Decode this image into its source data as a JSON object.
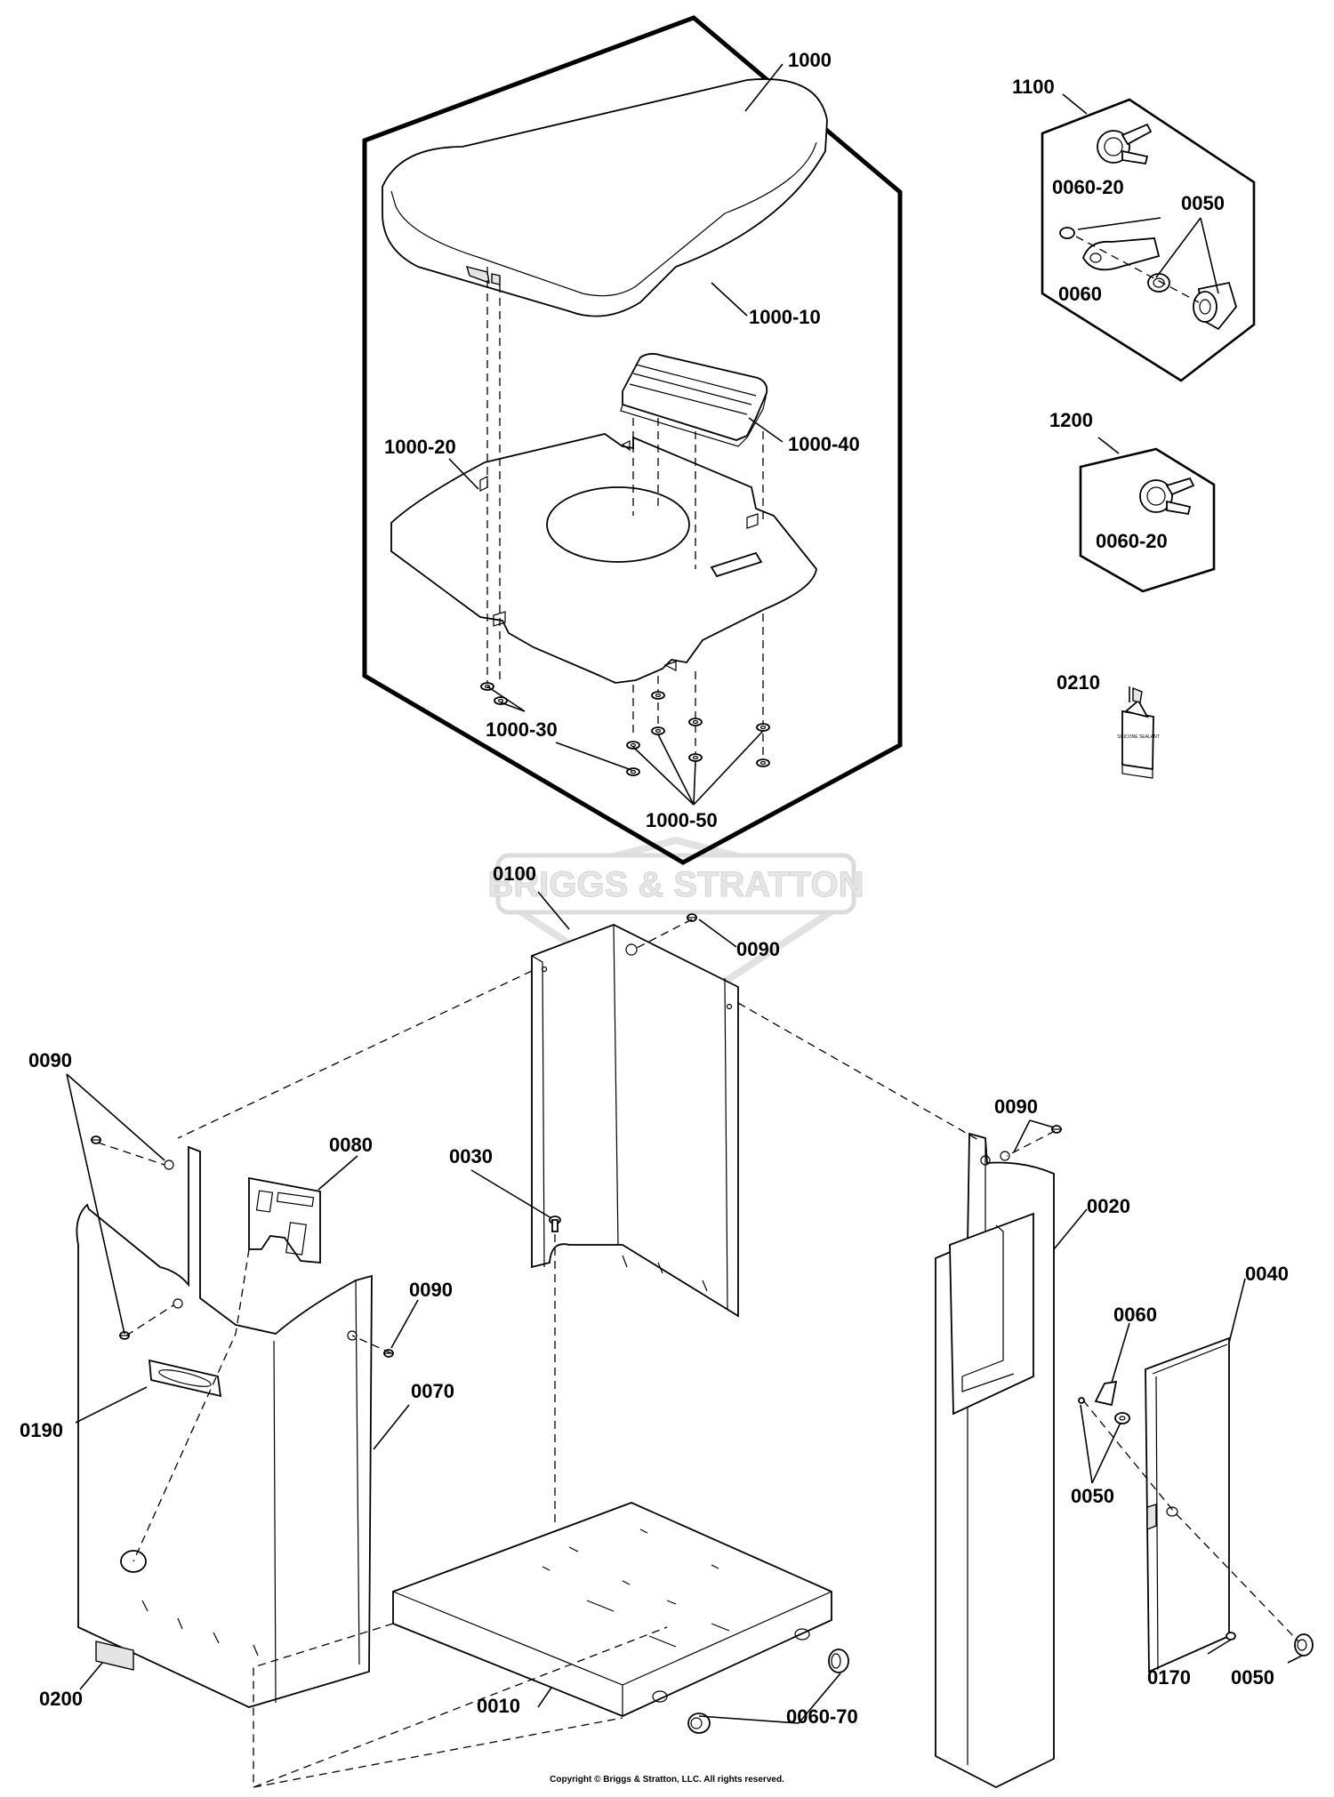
{
  "watermark": {
    "brand_text": "BRIGGS & STRATTON"
  },
  "callouts": {
    "c1000": "1000",
    "c1000_10": "1000-10",
    "c1000_20": "1000-20",
    "c1000_30": "1000-30",
    "c1000_40": "1000-40",
    "c1000_50": "1000-50",
    "c1100": "1100",
    "c1100_0060_20": "0060-20",
    "c1100_0050": "0050",
    "c1100_0060": "0060",
    "c1200": "1200",
    "c1200_0060_20": "0060-20",
    "c0210": "0210",
    "c0100": "0100",
    "c0090_top": "0090",
    "c0090_left": "0090",
    "c0080": "0080",
    "c0030": "0030",
    "c0090_mid": "0090",
    "c0190": "0190",
    "c0070": "0070",
    "c0200": "0200",
    "c0010": "0010",
    "c0060_70": "0060-70",
    "c0090_right": "0090",
    "c0020": "0020",
    "c0040": "0040",
    "c0060": "0060",
    "c0050_door": "0050",
    "c0170": "0170",
    "c0050_latch": "0050"
  },
  "tube_label": "SILICONE SEALANT",
  "copyright": "Copyright © Briggs & Stratton, LLC. All rights reserved."
}
